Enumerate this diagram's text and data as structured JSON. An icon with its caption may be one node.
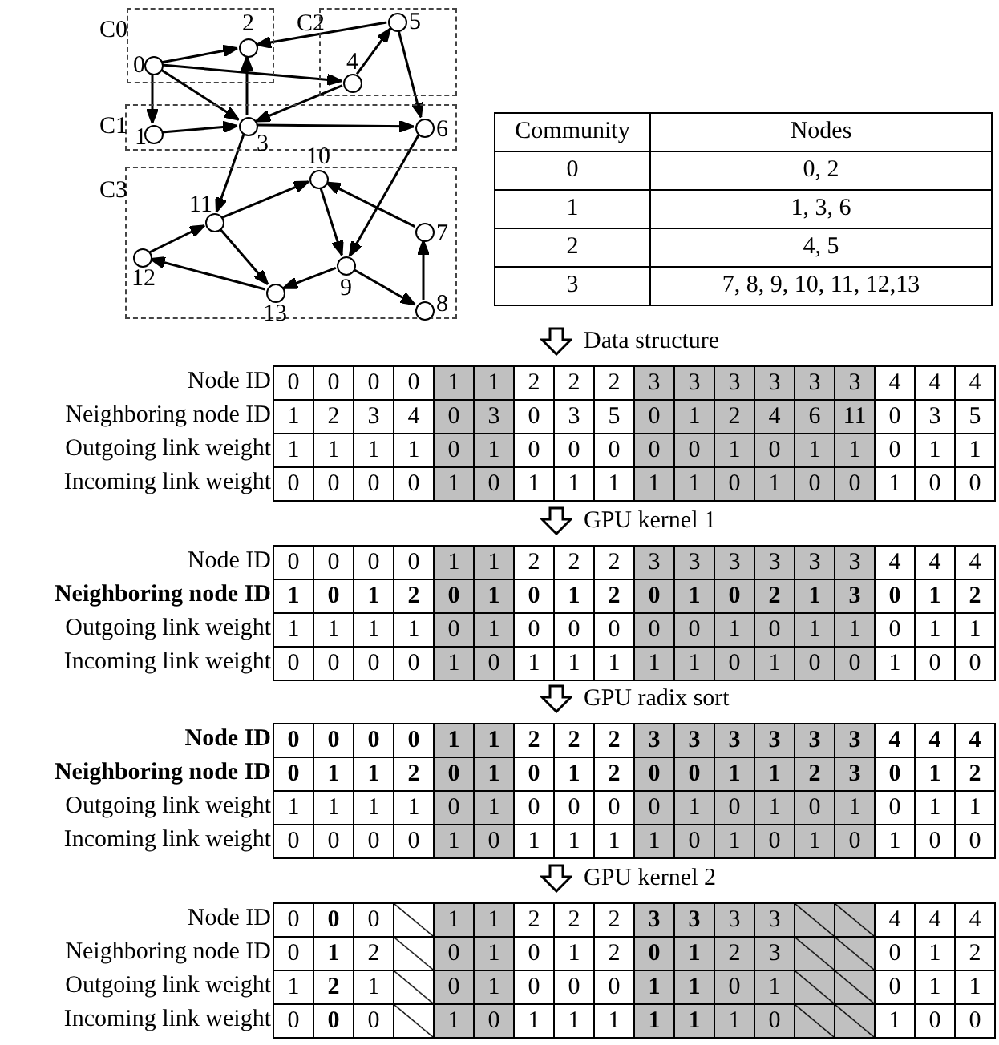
{
  "diagram": {
    "nodes": [
      {
        "text": [
          "C0"
        ]
      },
      {
        "text": [],
        "shape": "circle",
        "in": 0,
        "beside": [
          "0"
        ]
      },
      {
        "text": [],
        "shape": "circle",
        "in": 0,
        "beside": [
          "2"
        ]
      },
      {
        "text": [
          "C2"
        ]
      },
      {
        "text": [],
        "shape": "circle",
        "in": 3,
        "beside": [
          "4"
        ]
      },
      {
        "text": [],
        "shape": "circle",
        "in": 3,
        "beside": [
          "5"
        ]
      },
      {
        "text": [
          "C1"
        ]
      },
      {
        "text": [],
        "shape": "circle",
        "in": 6,
        "beside": [
          "1"
        ]
      },
      {
        "text": [],
        "shape": "circle",
        "in": 6,
        "beside": [
          "3"
        ]
      },
      {
        "text": [],
        "shape": "circle",
        "in": 6,
        "beside": [
          "6"
        ]
      },
      {
        "text": [
          "C3"
        ]
      },
      {
        "text": [],
        "shape": "circle",
        "in": 10,
        "beside": [
          "10"
        ]
      },
      {
        "text": [],
        "shape": "circle",
        "in": 10,
        "beside": [
          "11"
        ]
      },
      {
        "text": [],
        "shape": "circle",
        "in": 10,
        "beside": [
          "7"
        ]
      },
      {
        "text": [],
        "shape": "circle",
        "in": 10,
        "beside": [
          "12"
        ]
      },
      {
        "text": [],
        "shape": "circle",
        "in": 10,
        "beside": [
          "9"
        ]
      },
      {
        "text": [],
        "shape": "circle",
        "in": 10,
        "beside": [
          "13"
        ]
      },
      {
        "text": [],
        "shape": "circle",
        "in": 10,
        "beside": [
          "8"
        ]
      }
    ],
    "edges": [
      {
        "from": 1,
        "to": 2,
        "arrow": "to"
      },
      {
        "from": 1,
        "to": 4,
        "arrow": "to"
      },
      {
        "from": 1,
        "to": 8,
        "arrow": "to"
      },
      {
        "from": 1,
        "to": 7,
        "arrow": "to"
      },
      {
        "from": 7,
        "to": 8,
        "arrow": "to"
      },
      {
        "from": 8,
        "to": 2,
        "arrow": "to"
      },
      {
        "from": 4,
        "to": 8,
        "arrow": "to"
      },
      {
        "from": 4,
        "to": 5,
        "arrow": "to"
      },
      {
        "from": 5,
        "to": 2,
        "arrow": "to"
      },
      {
        "from": 5,
        "to": 9,
        "arrow": "to"
      },
      {
        "from": 8,
        "to": 9,
        "arrow": "to"
      },
      {
        "from": 8,
        "to": 12,
        "arrow": "to"
      },
      {
        "from": 9,
        "to": 15,
        "arrow": "to"
      },
      {
        "from": 12,
        "to": 11,
        "arrow": "to"
      },
      {
        "from": 12,
        "to": 16,
        "arrow": "to"
      },
      {
        "from": 14,
        "to": 12,
        "arrow": "to"
      },
      {
        "from": 16,
        "to": 14,
        "arrow": "to"
      },
      {
        "from": 11,
        "to": 15,
        "arrow": "to"
      },
      {
        "from": 13,
        "to": 11,
        "arrow": "to"
      },
      {
        "from": 15,
        "to": 16,
        "arrow": "to"
      },
      {
        "from": 15,
        "to": 17,
        "arrow": "to"
      },
      {
        "from": 17,
        "to": 13,
        "arrow": "to"
      }
    ],
    "labels": [
      "Community",
      "Nodes",
      "0",
      "0, 2",
      "1",
      "1, 3, 6",
      "2",
      "4, 5",
      "3",
      "7, 8, 9, 10, 11, 12,13",
      "Data structure",
      "Node ID",
      "0",
      "0",
      "0",
      "0",
      "1",
      "1",
      "2",
      "2",
      "2",
      "3",
      "3",
      "3",
      "3",
      "3",
      "3",
      "4",
      "4",
      "4",
      "Neighboring node ID",
      "1",
      "2",
      "3",
      "4",
      "0",
      "3",
      "0",
      "3",
      "5",
      "0",
      "1",
      "2",
      "4",
      "6",
      "11",
      "0",
      "3",
      "5",
      "Outgoing link weight",
      "1",
      "1",
      "1",
      "1",
      "0",
      "1",
      "0",
      "0",
      "0",
      "0",
      "0",
      "1",
      "0",
      "1",
      "1",
      "0",
      "1",
      "1",
      "Incoming link weight",
      "0",
      "0",
      "0",
      "0",
      "1",
      "0",
      "1",
      "1",
      "1",
      "1",
      "1",
      "0",
      "1",
      "0",
      "0",
      "1",
      "0",
      "0",
      "GPU kernel 1",
      "Node ID",
      "0",
      "0",
      "0",
      "0",
      "1",
      "1",
      "2",
      "2",
      "2",
      "3",
      "3",
      "3",
      "3",
      "3",
      "3",
      "4",
      "4",
      "4",
      "Neighboring node ID",
      "1",
      "0",
      "1",
      "2",
      "0",
      "1",
      "0",
      "1",
      "2",
      "0",
      "1",
      "0",
      "2",
      "1",
      "3",
      "0",
      "1",
      "2",
      "Outgoing link weight",
      "1",
      "1",
      "1",
      "1",
      "0",
      "1",
      "0",
      "0",
      "0",
      "0",
      "0",
      "1",
      "0",
      "1",
      "1",
      "0",
      "1",
      "1",
      "Incoming link weight",
      "0",
      "0",
      "0",
      "0",
      "1",
      "0",
      "1",
      "1",
      "1",
      "1",
      "1",
      "0",
      "1",
      "0",
      "0",
      "1",
      "0",
      "0",
      "GPU radix sort",
      "Node ID",
      "0",
      "0",
      "0",
      "0",
      "1",
      "1",
      "2",
      "2",
      "2",
      "3",
      "3",
      "3",
      "3",
      "3",
      "3",
      "4",
      "4",
      "4",
      "Neighboring node ID",
      "0",
      "1",
      "1",
      "2",
      "0",
      "1",
      "0",
      "1",
      "2",
      "0",
      "0",
      "1",
      "1",
      "2",
      "3",
      "0",
      "1",
      "2",
      "Outgoing link weight",
      "1",
      "1",
      "1",
      "1",
      "0",
      "1",
      "0",
      "0",
      "0",
      "0",
      "1",
      "0",
      "1",
      "0",
      "1",
      "0",
      "1",
      "1",
      "Incoming link weight",
      "0",
      "0",
      "0",
      "0",
      "1",
      "0",
      "1",
      "1",
      "1",
      "1",
      "0",
      "1",
      "0",
      "1",
      "0",
      "1",
      "0",
      "0",
      "GPU kernel 2",
      "Node ID",
      "0",
      "0",
      "0",
      "1",
      "1",
      "2",
      "2",
      "2",
      "3",
      "3",
      "3",
      "3",
      "4",
      "4",
      "4",
      "Neighboring node ID",
      "0",
      "1",
      "2",
      "0",
      "1",
      "0",
      "1",
      "2",
      "0",
      "1",
      "2",
      "3",
      "0",
      "1",
      "2",
      "Outgoing link weight",
      "1",
      "2",
      "1",
      "0",
      "1",
      "0",
      "0",
      "0",
      "1",
      "1",
      "0",
      "1",
      "0",
      "1",
      "1",
      "Incoming link weight",
      "0",
      "0",
      "0",
      "1",
      "0",
      "1",
      "1",
      "1",
      "1",
      "1",
      "1",
      "0",
      "1",
      "0",
      "0"
    ]
  }
}
